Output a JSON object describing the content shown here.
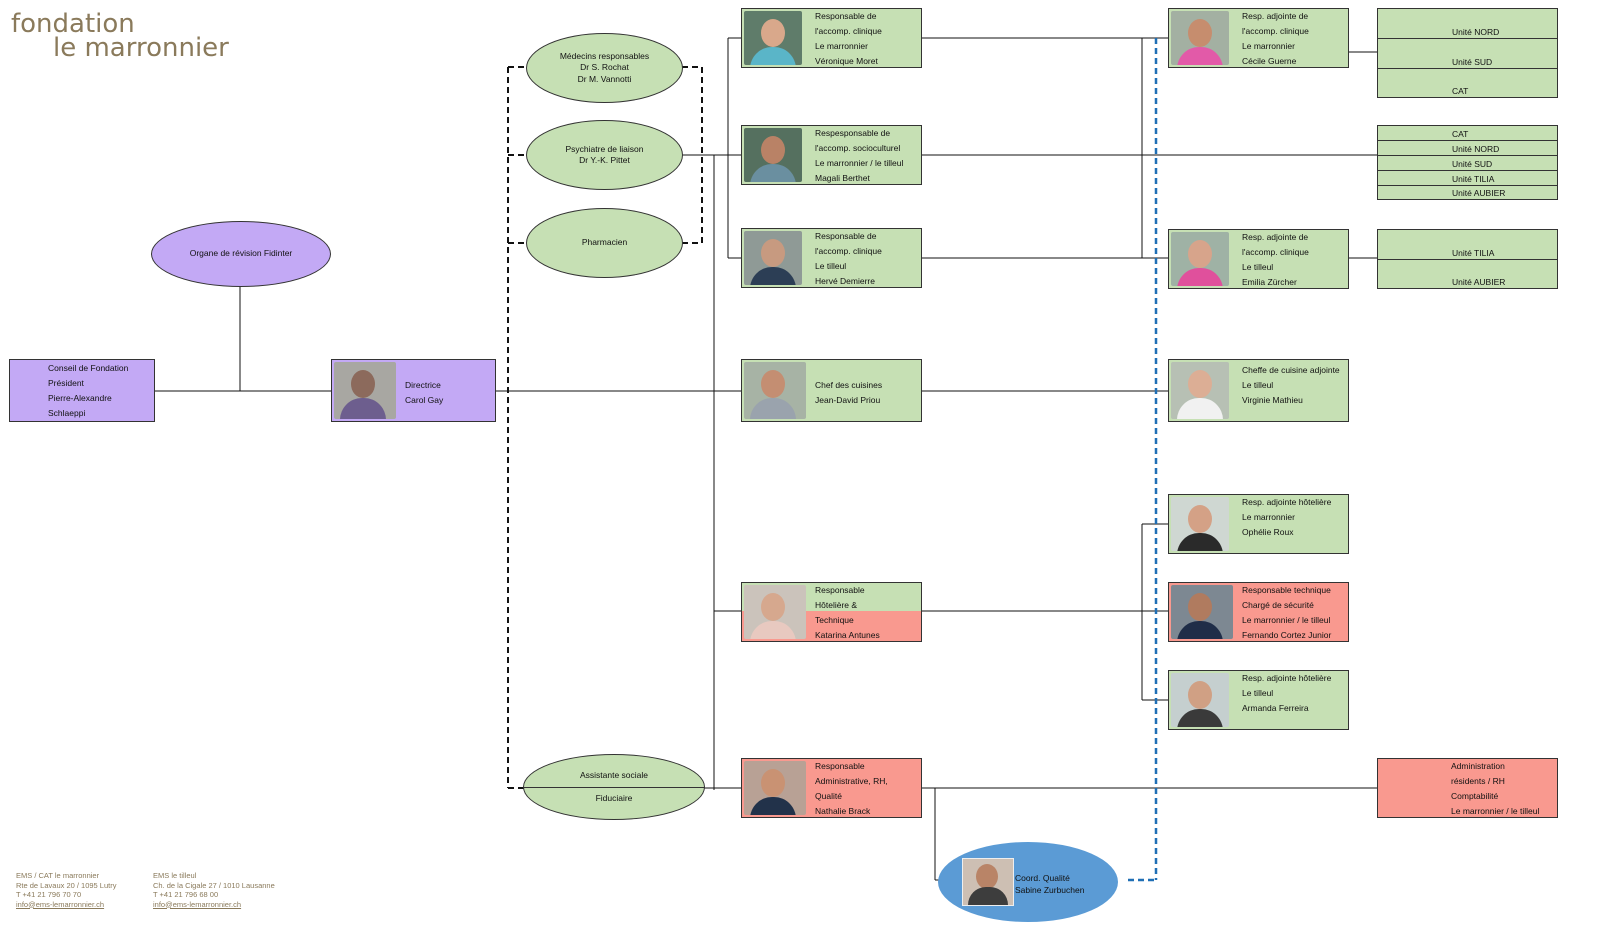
{
  "logo": {
    "line1": "fondation",
    "line2": "le marronnier"
  },
  "colors": {
    "green": "#c6e0b4",
    "purple": "#c3a9f5",
    "red": "#f9998f",
    "blue": "#5b9bd5",
    "dashed_blue": "#1f6fb5",
    "logo": "#8a7a5b"
  },
  "revision": {
    "label": "Organe de révision Fidinter"
  },
  "conseil": {
    "l1": "Conseil de Fondation",
    "l2": "Président",
    "l3": "Pierre-Alexandre",
    "l4": "Schlaeppi"
  },
  "directrice": {
    "l1": "Directrice",
    "l2": "Carol Gay"
  },
  "medecins": {
    "l1": "Médecins responsables",
    "l2": "Dr S. Rochat",
    "l3": "Dr M. Vannotti"
  },
  "psychiatre": {
    "l1": "Psychiatre de liaison",
    "l2": "Dr Y.-K. Pittet"
  },
  "pharmacien": {
    "l1": "Pharmacien"
  },
  "assistante": {
    "l1": "Assistante sociale",
    "l2": "Fiduciaire"
  },
  "moret": {
    "l1": "Responsable de",
    "l2": "l'accomp. clinique",
    "l3": "Le marronnier",
    "l4": "Véronique Moret"
  },
  "berthet": {
    "l1": "Respesponsable de",
    "l2": "l'accomp. socioculturel",
    "l3": "Le marronnier / le tilleul",
    "l4": "Magali Berthet"
  },
  "demierre": {
    "l1": "Responsable de",
    "l2": "l'accomp. clinique",
    "l3": "Le tilleul",
    "l4": "Hervé Demierre"
  },
  "priou": {
    "l1": "Chef des cuisines",
    "l2": "Jean-David Priou"
  },
  "antunes": {
    "l1": "Responsable",
    "l2": "Hôtelière &",
    "l3": "Technique",
    "l4": "Katarina Antunes"
  },
  "brack": {
    "l1": "Responsable",
    "l2": "Administrative, RH,",
    "l3": "Qualité",
    "l4": "Nathalie Brack"
  },
  "guerne": {
    "l1": "Resp. adjointe de",
    "l2": "l'accomp. clinique",
    "l3": "Le marronnier",
    "l4": "Cécile Guerne"
  },
  "zurcher": {
    "l1": "Resp. adjointe de",
    "l2": "l'accomp. clinique",
    "l3": "Le tilleul",
    "l4": "Emilia Zürcher"
  },
  "mathieu": {
    "l1": "Cheffe de cuisine adjointe",
    "l2": "Le tilleul",
    "l3": "Virginie Mathieu"
  },
  "roux": {
    "l1": "Resp. adjointe hôtelière",
    "l2": "Le marronnier",
    "l3": "Ophélie Roux"
  },
  "cortez": {
    "l1": "Responsable technique",
    "l2": "Chargé de sécurité",
    "l3": "Le marronnier / le tilleul",
    "l4": "Fernando Cortez Junior"
  },
  "ferreira": {
    "l1": "Resp. adjointe hôtelière",
    "l2": "Le tilleul",
    "l3": "Armanda Ferreira"
  },
  "qualite": {
    "l1": "Coord. Qualité",
    "l2": "Sabine Zurbuchen"
  },
  "units_top": [
    "Unité NORD",
    "Unité SUD",
    "CAT"
  ],
  "units_mid": [
    "CAT",
    "Unité NORD",
    "Unité SUD",
    "Unité TILIA",
    "Unité AUBIER"
  ],
  "units_low": [
    "Unité TILIA",
    "Unité AUBIER"
  ],
  "admin": {
    "l1": "Administration",
    "l2": "résidents / RH",
    "l3": "Comptabilité",
    "l4": "Le marronnier / le tilleul"
  },
  "footer": {
    "left": {
      "l1": "EMS / CAT le marronnier",
      "l2": "Rte de Lavaux 20 / 1095 Lutry",
      "l3": "T +41 21 796 70 70",
      "l4": "info@ems-lemarronnier.ch"
    },
    "right": {
      "l1": "EMS le tilleul",
      "l2": "Ch. de la Cigale 27 / 1010 Lausanne",
      "l3": "T +41 21 796 68 00",
      "l4": "info@ems-lemarronnier.ch"
    }
  }
}
